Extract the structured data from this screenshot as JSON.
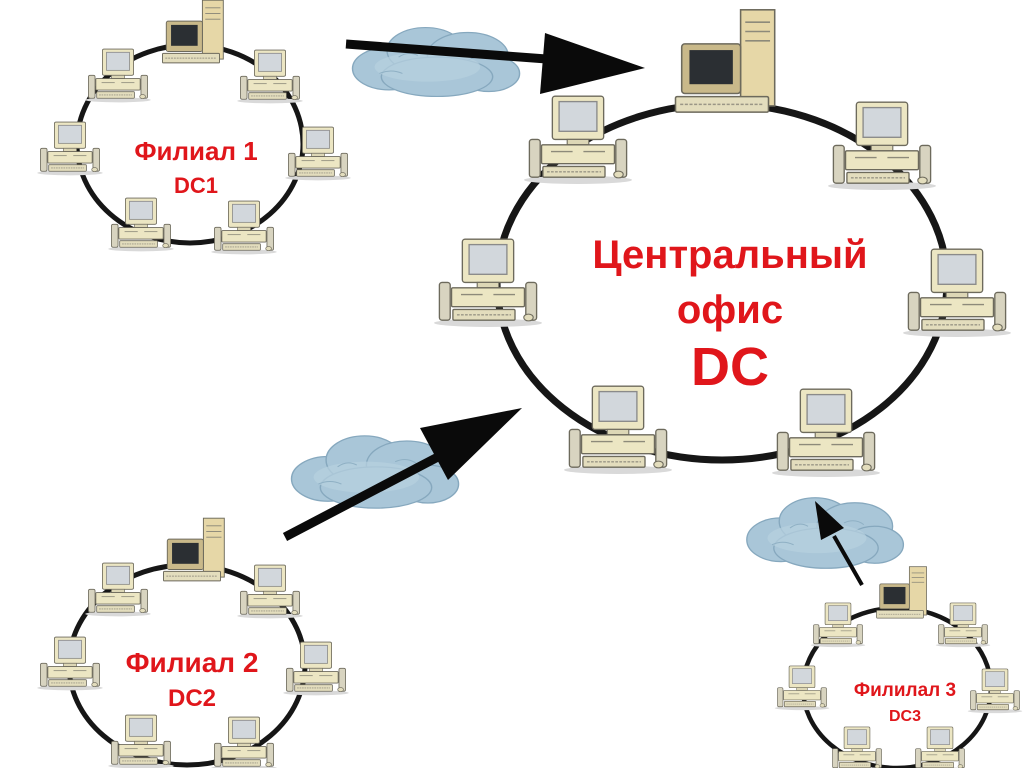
{
  "colors": {
    "label": "#e0161b",
    "ring": "#161616",
    "arrow": "#0a0a0a",
    "cloud": "#a9c6d8",
    "computer_body": "#ece6c3",
    "screen": "#d2d7dc",
    "server_screen": "#2b2f33"
  },
  "icons": {
    "computer": "desktop-computer-icon",
    "server": "server-computer-icon",
    "cloud": "cloud-icon"
  },
  "networks": {
    "central": {
      "name_line1": "Центральный",
      "name_line2": "офис",
      "dc": "DC"
    },
    "branch1": {
      "name": "Филиал 1",
      "dc": "DC1"
    },
    "branch2": {
      "name": "Филиал 2",
      "dc": "DC2"
    },
    "branch3": {
      "name": "Филилал 3",
      "dc": "DC3"
    }
  }
}
